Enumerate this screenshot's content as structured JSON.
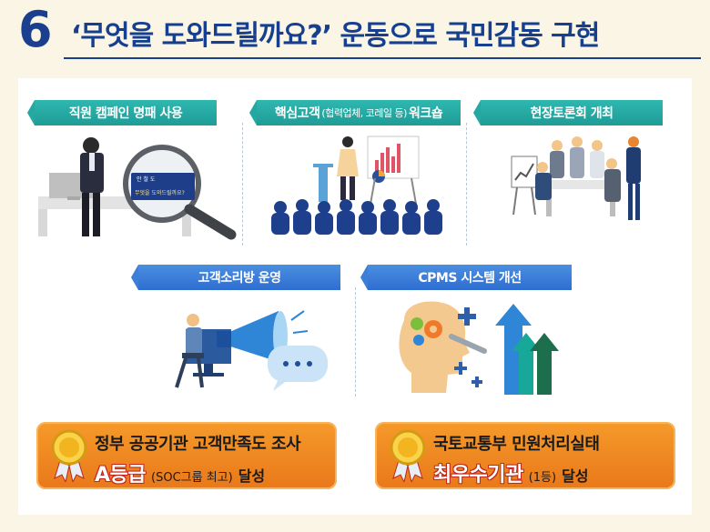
{
  "header": {
    "number": "6",
    "title": "‘무엇을 도와드릴까요?’ 운동으로 국민감동 구현"
  },
  "tags": {
    "campaign": "직원 캠페인 명패 사용",
    "workshop_main": "핵심고객",
    "workshop_small": "(협력업체, 코레일 등)",
    "workshop_tail": "워크숍",
    "forum": "현장토론회 개최",
    "voice": "고객소리방 운영",
    "cpms": "CPMS 시스템 개선"
  },
  "nameplate": {
    "line1": "안 철 도",
    "line2": "무엇을 도와드릴까요?"
  },
  "awards": [
    {
      "line1": "정부 공공기관 고객만족도 조사",
      "highlight": "A등급",
      "small": "(SOC그룹 최고)",
      "tail": "달성"
    },
    {
      "line1": "국토교통부 민원처리실태",
      "highlight": "최우수기관",
      "small": "(1등)",
      "tail": "달성"
    }
  ],
  "colors": {
    "title_blue": "#16408f",
    "teal_tag": "#24a8a2",
    "blue_tag": "#3b7fd8",
    "award_orange": "#f08a22",
    "highlight_red": "#c0261c",
    "background": "#fbf5e6"
  },
  "icons": [
    "magnifier-icon",
    "presentation-board-icon",
    "meeting-icon",
    "megaphone-icon",
    "speech-bubble-icon",
    "gear-head-icon",
    "growth-arrows-icon",
    "medal-icon"
  ]
}
